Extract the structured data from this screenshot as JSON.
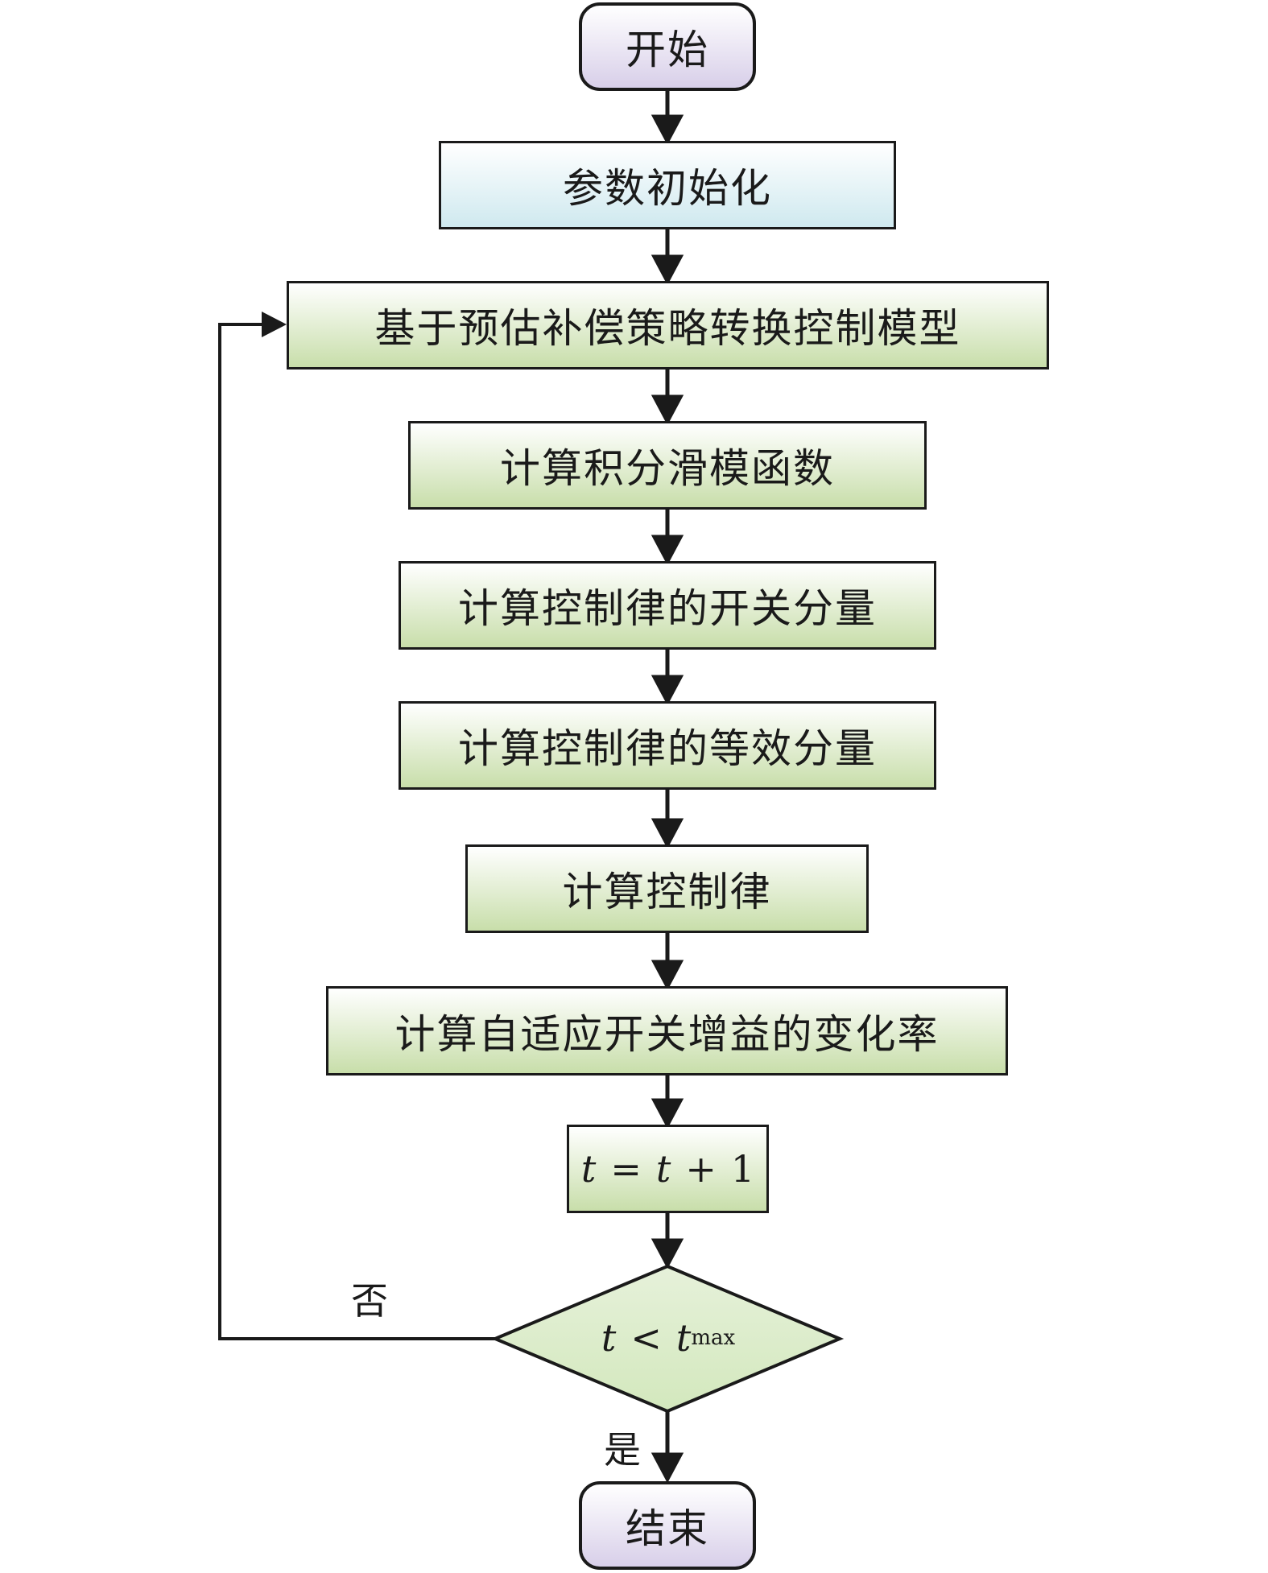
{
  "nodes": {
    "start": "开始",
    "init": "参数初始化",
    "transform_model": "基于预估补偿策略转换控制模型",
    "sliding_function": "计算积分滑模函数",
    "switching_component": "计算控制律的开关分量",
    "equivalent_component": "计算控制律的等效分量",
    "control_law": "计算控制律",
    "adaptive_gain_rate": "计算自适应开关增益的变化率",
    "increment": {
      "lhs": "t",
      "op": "=",
      "rhs": "t",
      "plus": "+",
      "one": "1"
    },
    "decision": {
      "lhs": "t",
      "op": "<",
      "rhs": "t",
      "sub": "max"
    },
    "end": "结束"
  },
  "branches": {
    "no": "否",
    "yes": "是"
  },
  "colors": {
    "terminal_fill": "#d8cfe9",
    "init_fill": "#cfe9ef",
    "process_fill": "#c8deaa",
    "decision_fill": "#d3e8bd",
    "line": "#1a1a1a"
  }
}
